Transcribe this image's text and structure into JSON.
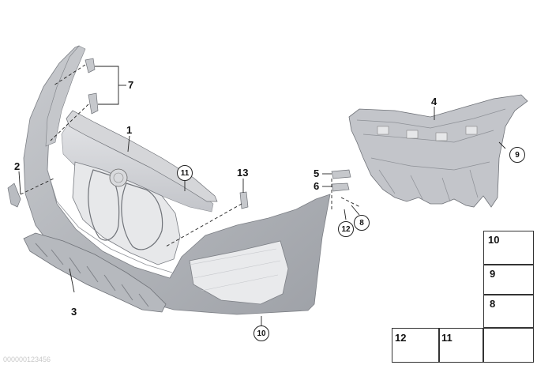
{
  "diagram": {
    "callouts": {
      "c1": "1",
      "c2": "2",
      "c3": "3",
      "c4": "4",
      "c5": "5",
      "c6": "6",
      "c7": "7",
      "c13": "13"
    },
    "circled": {
      "c8": "8",
      "c9": "9",
      "c10": "10",
      "c11": "11",
      "c12": "12"
    },
    "legend": {
      "items": [
        "10",
        "9",
        "8",
        "12",
        "11"
      ]
    },
    "watermark": "000000123456"
  }
}
